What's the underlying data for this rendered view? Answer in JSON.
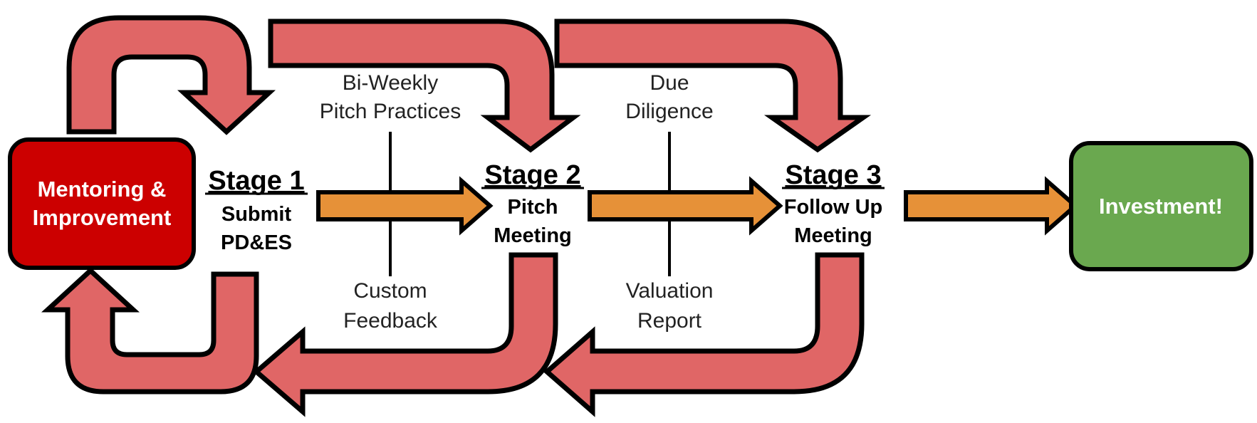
{
  "colors": {
    "mentoring_box": "#cc0000",
    "investment_box": "#6aa84f",
    "loop_arrows": "#e06666",
    "flow_arrows": "#e69138"
  },
  "mentoring": {
    "line1": "Mentoring &",
    "line2": "Improvement"
  },
  "investment": {
    "label": "Investment!"
  },
  "stage1": {
    "title": "Stage 1",
    "line1": "Submit",
    "line2": "PD&ES"
  },
  "stage2": {
    "title": "Stage 2",
    "line1": "Pitch",
    "line2": "Meeting"
  },
  "stage3": {
    "title": "Stage 3",
    "line1": "Follow Up",
    "line2": "Meeting"
  },
  "notes": {
    "top1": {
      "line1": "Bi-Weekly",
      "line2": "Pitch Practices"
    },
    "bottom1": {
      "line1": "Custom",
      "line2": "Feedback"
    },
    "top2": {
      "line1": "Due",
      "line2": "Diligence"
    },
    "bottom2": {
      "line1": "Valuation",
      "line2": "Report"
    }
  }
}
